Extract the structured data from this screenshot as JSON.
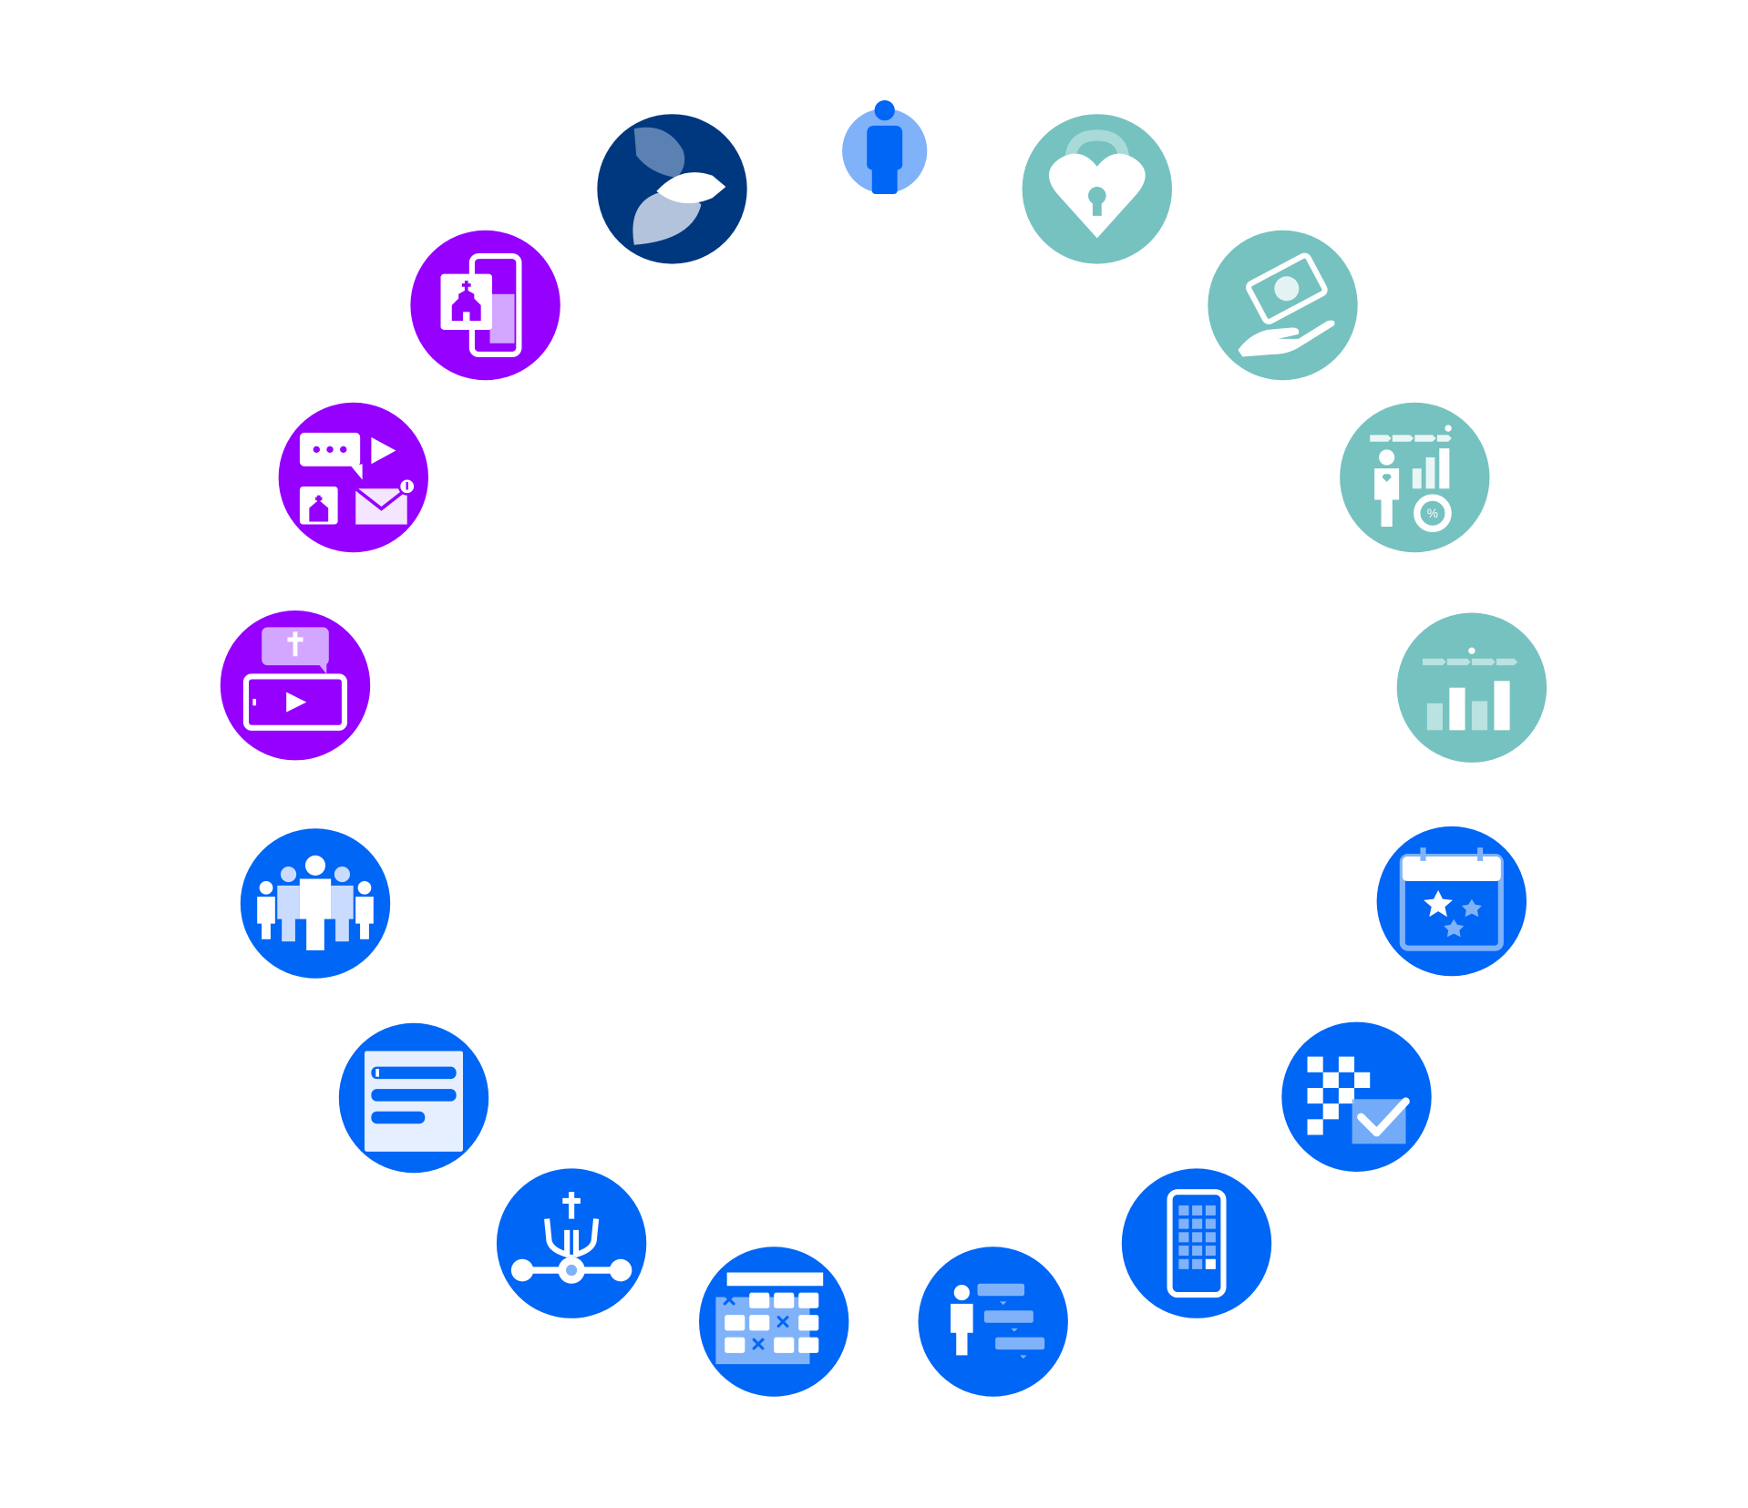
{
  "colors": {
    "blue": "#0066f6",
    "purple": "#9500ff",
    "teal": "#76c2c0",
    "navy": "#00387f",
    "light_blue": "#80b2fa",
    "white": "#ffffff"
  },
  "nodes": [
    {
      "icon": "person-icon",
      "color": "light_blue"
    },
    {
      "icon": "heart-lock-icon",
      "color": "teal"
    },
    {
      "icon": "hand-giving-money-icon",
      "color": "teal"
    },
    {
      "icon": "person-analytics-icon",
      "color": "teal"
    },
    {
      "icon": "bar-chart-icon",
      "color": "teal"
    },
    {
      "icon": "event-calendar-icon",
      "color": "blue"
    },
    {
      "icon": "qr-checkin-icon",
      "color": "blue"
    },
    {
      "icon": "mobile-app-icon",
      "color": "blue"
    },
    {
      "icon": "person-workflow-icon",
      "color": "blue"
    },
    {
      "icon": "schedule-grid-icon",
      "color": "blue"
    },
    {
      "icon": "prayer-hands-icon",
      "color": "blue"
    },
    {
      "icon": "form-document-icon",
      "color": "blue"
    },
    {
      "icon": "group-people-icon",
      "color": "blue"
    },
    {
      "icon": "video-message-icon",
      "color": "purple"
    },
    {
      "icon": "communications-icon",
      "color": "purple"
    },
    {
      "icon": "church-app-icon",
      "color": "purple"
    },
    {
      "icon": "leaf-logo-icon",
      "color": "navy"
    }
  ]
}
